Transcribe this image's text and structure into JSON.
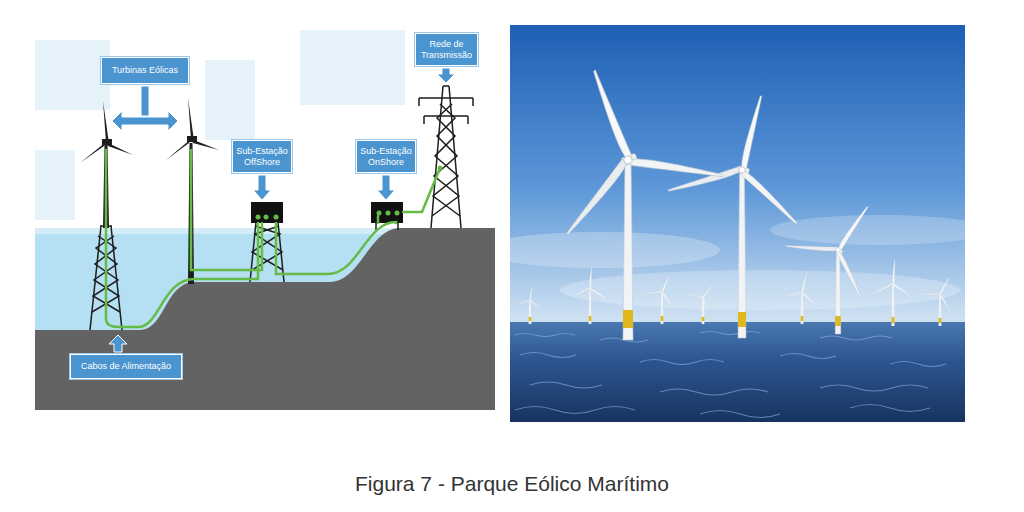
{
  "diagram": {
    "caption": "Figura 7 - Parque Eólico Marítimo",
    "nodes": [
      {
        "text": [
          "Turbinas Eólicas"
        ]
      },
      {
        "text": [
          "Sub-Estação OffShore"
        ]
      },
      {
        "text": [
          "Sub-Estação OnShore"
        ]
      },
      {
        "text": [
          "Rede de Transmissão"
        ]
      },
      {
        "text": [
          "Cabos de Alimentação"
        ]
      }
    ]
  }
}
